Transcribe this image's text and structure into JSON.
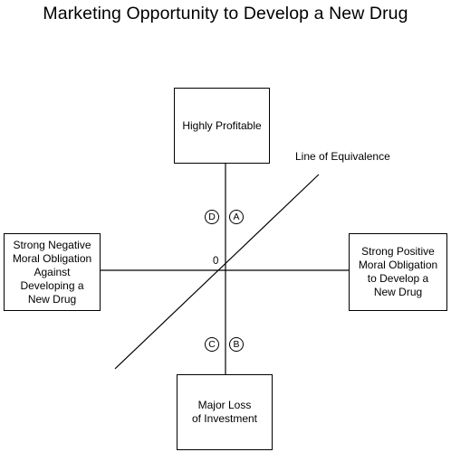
{
  "title": "Marketing Opportunity to Develop a New Drug",
  "boxes": {
    "top": "Highly Profitable",
    "bottom": [
      "Major Loss",
      "of Investment"
    ],
    "left": [
      "Strong Negative",
      "Moral Obligation",
      "Against",
      "Developing a",
      "New Drug"
    ],
    "right": [
      "Strong Positive",
      "Moral Obligation",
      "to Develop a",
      "New Drug"
    ]
  },
  "line_label": "Line of Equivalence",
  "origin_label": "0",
  "quadrant_labels": {
    "d": "D",
    "a": "A",
    "c": "C",
    "b": "B"
  }
}
